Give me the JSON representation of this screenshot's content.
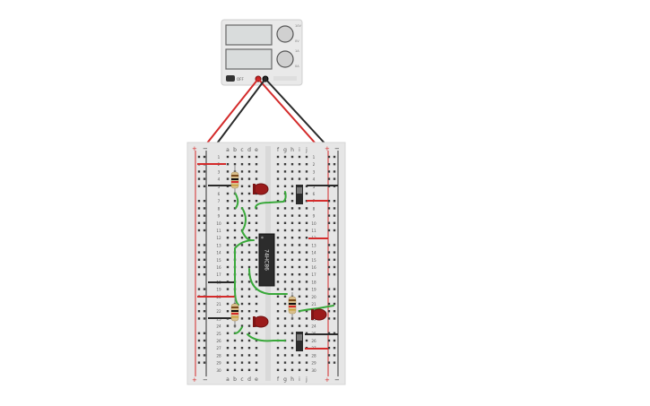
{
  "power_supply": {
    "readout_top_label": "",
    "readout_bottom_label": "",
    "knob_top_labels": [
      "10V",
      "0V"
    ],
    "knob_bottom_labels": [
      "1A",
      "0A"
    ],
    "button_label": "OFF"
  },
  "breadboard": {
    "column_letters_left": [
      "a",
      "b",
      "c",
      "d",
      "e"
    ],
    "column_letters_right": [
      "f",
      "g",
      "h",
      "i",
      "j"
    ],
    "rail_plus": "+",
    "rail_minus": "−",
    "row_count": 30
  },
  "chip": {
    "label": "74HC86"
  },
  "colors": {
    "wire_red": "#d42b2b",
    "wire_black": "#2a2a2a",
    "wire_green": "#39a83a",
    "board": "#e6e6e6",
    "led_red": "#9b1b1b",
    "chip_body": "#2c2c2c"
  }
}
